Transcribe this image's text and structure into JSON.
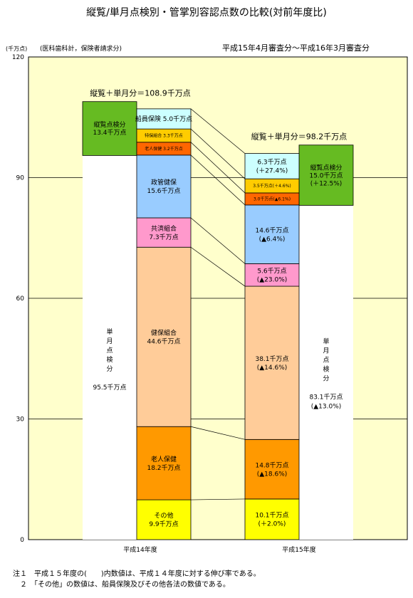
{
  "chart_data": {
    "type": "bar",
    "title": "縦覧/単月点検別・管掌別容認点数の比較(対前年度比)",
    "subtitle": "(医科歯科計，保険者請求分)",
    "period": "平成15年4月審査分～平成16年3月審査分",
    "ylabel": "(千万点)",
    "ylim": [
      0,
      120
    ],
    "yticks": [
      "0",
      "30",
      "60",
      "90",
      "120"
    ],
    "categories": [
      "平成14年度",
      "平成15年度"
    ],
    "grid": true,
    "colors": {
      "sonota": "#ffff00",
      "roujin": "#ff9900",
      "kenpo": "#ffcc99",
      "kyosai": "#ff99cc",
      "seikan": "#99ccff",
      "roujin_kaigo": "#ff6600",
      "sengin": "#ffcc00",
      "senin": "#ccffff",
      "juran": "#66bb22",
      "tangetsu": "#ffffff",
      "plot_bg": "#ffffcc"
    },
    "series": [
      {
        "key": "sonota",
        "values": [
          9.9,
          10.1
        ],
        "labels": [
          [
            "その他",
            "9.9千万点"
          ],
          [
            "10.1千万点",
            "(＋2.0%)"
          ]
        ]
      },
      {
        "key": "roujin",
        "values": [
          18.2,
          14.8
        ],
        "labels": [
          [
            "老人保健",
            "18.2千万点"
          ],
          [
            "14.8千万点",
            "(▲18.6%)"
          ]
        ]
      },
      {
        "key": "kenpo",
        "values": [
          44.6,
          38.1
        ],
        "labels": [
          [
            "健保組合",
            "44.6千万点"
          ],
          [
            "38.1千万点",
            "(▲14.6%)"
          ]
        ]
      },
      {
        "key": "kyosai",
        "values": [
          7.3,
          5.6
        ],
        "labels": [
          [
            "共済組合",
            "7.3千万点"
          ],
          [
            "5.6千万点",
            "(▲23.0%)"
          ]
        ]
      },
      {
        "key": "seikan",
        "values": [
          15.6,
          14.6
        ],
        "labels": [
          [
            "政管健保",
            "15.6千万点"
          ],
          [
            "14.6千万点",
            "(▲6.4%)"
          ]
        ]
      },
      {
        "key": "roujin_kaigo",
        "values": [
          3.2,
          3.0
        ],
        "labels": [
          [
            "老人保健 3.2千万点"
          ],
          [
            "3.0千万点(▲6.1%)"
          ]
        ]
      },
      {
        "key": "sengin",
        "values": [
          3.3,
          3.5
        ],
        "labels": [
          [
            "特保組合 3.3千万点"
          ],
          [
            "3.5千万点(＋4.6%)"
          ]
        ]
      },
      {
        "key": "senin",
        "values": [
          5.0,
          6.3
        ],
        "labels": [
          [
            "船員保険 5.0千万点"
          ],
          [
            "6.3千万点",
            "(＋27.4%)"
          ]
        ]
      }
    ],
    "juran": {
      "values": [
        13.4,
        15.0
      ],
      "labels": [
        [
          "縦覧点検分",
          "13.4千万点"
        ],
        [
          "縦覧点検分",
          "15.0千万点",
          "(＋12.5%)"
        ]
      ]
    },
    "tangetsu": {
      "values": [
        95.5,
        83.1
      ],
      "labels": [
        [
          "単",
          "月",
          "点",
          "検",
          "分",
          "",
          "95.5千万点"
        ],
        [
          "単",
          "月",
          "点",
          "検",
          "分",
          "",
          "83.1千万点",
          "(▲13.0%)"
        ]
      ]
    },
    "totals": [
      "縦覧＋単月分＝108.9千万点",
      "縦覧＋単月分＝98.2千万点"
    ]
  },
  "notes": [
    "注１　平成１５年度の(　　)内数値は、平成１４年度に対する伸び率である。",
    "　２　「その他」の数値は、船員保険及びその他各法の数値である。"
  ]
}
